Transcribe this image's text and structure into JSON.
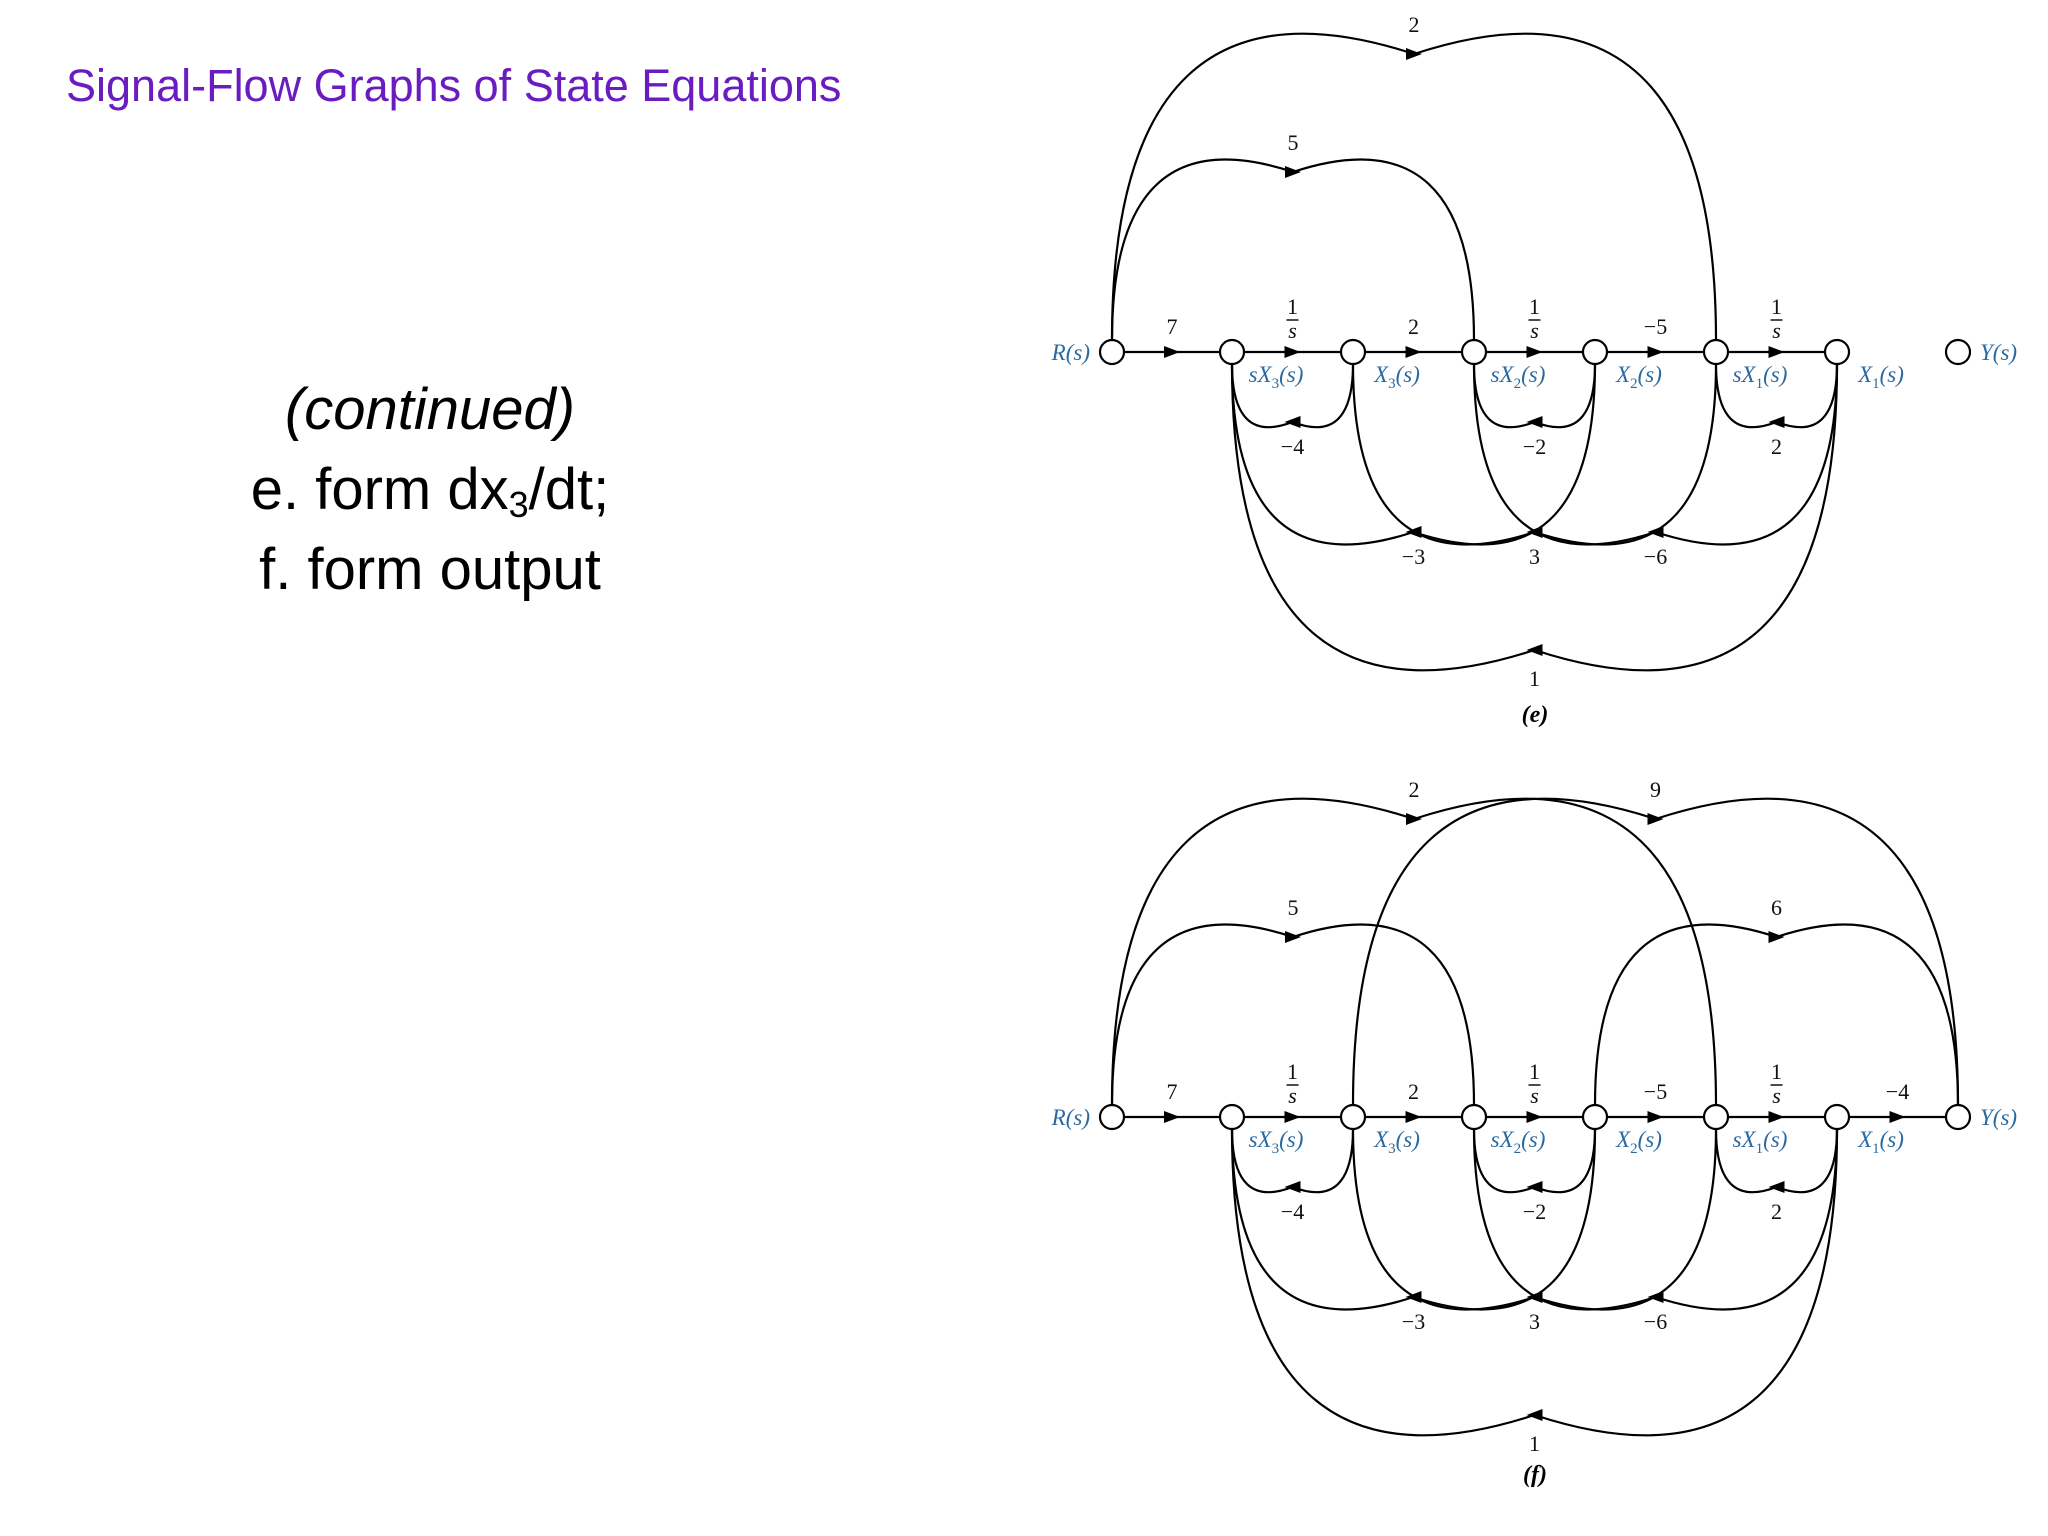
{
  "slide": {
    "title": "Signal-Flow Graphs of State Equations",
    "continued": "(continued)",
    "item_e_prefix": "e. form dx",
    "item_e_sub": "3",
    "item_e_suffix": "/dt;",
    "item_f": "f. form output"
  },
  "colors": {
    "title": "#6a1cc1",
    "node_label": "#2a6aa0",
    "edge": "#000000"
  },
  "graphs": [
    {
      "caption": "(e)",
      "nodes": [
        "R(s)",
        "sX3(s)",
        "X3(s)",
        "sX2(s)",
        "X2(s)",
        "sX1(s)",
        "X1(s)",
        "Y(s)"
      ],
      "forward_gains": [
        "7",
        "1/s",
        "2",
        "1/s",
        "-5",
        "1/s"
      ],
      "feedforward_gains": [
        {
          "from": "R(s)",
          "to": "sX2(s)",
          "gain": "5"
        },
        {
          "from": "R(s)",
          "to": "sX1(s)",
          "gain": "2"
        }
      ],
      "feedback_gains": [
        {
          "from": "X3(s)",
          "to": "sX3(s)",
          "gain": "-4"
        },
        {
          "from": "X2(s)",
          "to": "sX2(s)",
          "gain": "-2"
        },
        {
          "from": "X1(s)",
          "to": "sX1(s)",
          "gain": "2"
        },
        {
          "from": "X2(s)",
          "to": "sX3(s)",
          "gain": "-3"
        },
        {
          "from": "X3(s)",
          "to": "sX1(s)",
          "gain": "3"
        },
        {
          "from": "X1(s)",
          "to": "sX2(s)",
          "gain": "-6"
        },
        {
          "from": "X1(s)",
          "to": "sX3(s)",
          "gain": "1"
        }
      ]
    },
    {
      "caption": "(f)",
      "nodes": [
        "R(s)",
        "sX3(s)",
        "X3(s)",
        "sX2(s)",
        "X2(s)",
        "sX1(s)",
        "X1(s)",
        "Y(s)"
      ],
      "forward_gains": [
        "7",
        "1/s",
        "2",
        "1/s",
        "-5",
        "1/s",
        "-4"
      ],
      "feedforward_gains": [
        {
          "from": "R(s)",
          "to": "sX2(s)",
          "gain": "5"
        },
        {
          "from": "R(s)",
          "to": "sX1(s)",
          "gain": "2"
        },
        {
          "from": "X3(s)",
          "to": "Y(s)",
          "gain": "9"
        },
        {
          "from": "X2(s)",
          "to": "Y(s)",
          "gain": "6"
        }
      ],
      "feedback_gains": [
        {
          "from": "X3(s)",
          "to": "sX3(s)",
          "gain": "-4"
        },
        {
          "from": "X2(s)",
          "to": "sX2(s)",
          "gain": "-2"
        },
        {
          "from": "X1(s)",
          "to": "sX1(s)",
          "gain": "2"
        },
        {
          "from": "X2(s)",
          "to": "sX3(s)",
          "gain": "-3"
        },
        {
          "from": "X3(s)",
          "to": "sX1(s)",
          "gain": "3"
        },
        {
          "from": "X1(s)",
          "to": "sX2(s)",
          "gain": "-6"
        },
        {
          "from": "X1(s)",
          "to": "sX3(s)",
          "gain": "1"
        }
      ]
    }
  ]
}
